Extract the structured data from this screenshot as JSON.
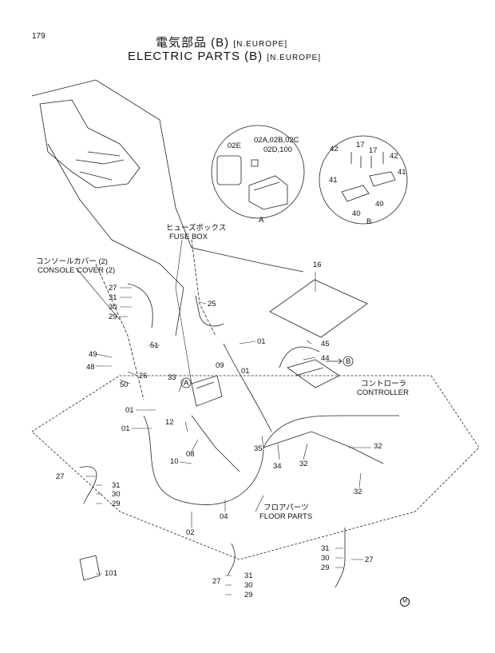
{
  "page_number": "179",
  "title": {
    "ja": "電気部品 (B)",
    "en": "ELECTRIC PARTS (B)",
    "variant": "[N.EUROPE]"
  },
  "detail_views": [
    "A",
    "B"
  ],
  "callouts": {
    "fuse_box_ja": "ヒューズボックス",
    "fuse_box_en": "FUSE BOX",
    "console_cover_ja": "コンソールカバー (2)",
    "console_cover_en": "CONSOLE COVER (2)",
    "controller_ja": "コントローラ",
    "controller_en": "CONTROLLER",
    "floor_parts_ja": "フロアパーツ",
    "floor_parts_en": "FLOOR PARTS"
  },
  "part_numbers": {
    "detail_a_02e": "02E",
    "detail_a_02abc": "02A,02B,02C",
    "detail_a_02d100": "02D,100",
    "n42a": "42",
    "n17a": "17",
    "n17b": "17",
    "n42b": "42",
    "n41a": "41",
    "n41b": "41",
    "n40a": "40",
    "n40b": "40",
    "n16": "16",
    "n27a": "27",
    "n31a": "31",
    "n30a": "30",
    "n29a": "29",
    "n25": "25",
    "n51": "51",
    "n01a": "01",
    "n09": "09",
    "n01b": "01",
    "n45": "45",
    "n44": "44",
    "n49": "49",
    "n48": "48",
    "n26": "26",
    "n50": "50",
    "n33": "33",
    "n01c": "01",
    "n01d": "01",
    "n12": "12",
    "n08": "08",
    "n35": "35",
    "n34": "34",
    "n32a": "32",
    "n32b": "32",
    "n32c": "32",
    "n10": "10",
    "n04": "04",
    "n02": "02",
    "n27b": "27",
    "n31b": "31",
    "n30b": "30",
    "n29b": "29",
    "n101": "101",
    "n27c": "27",
    "n31c": "31",
    "n30c": "30",
    "n29c": "29",
    "n31d": "31",
    "n30d": "30",
    "n29d": "29",
    "n27d": "27"
  },
  "corner_mark": "M"
}
